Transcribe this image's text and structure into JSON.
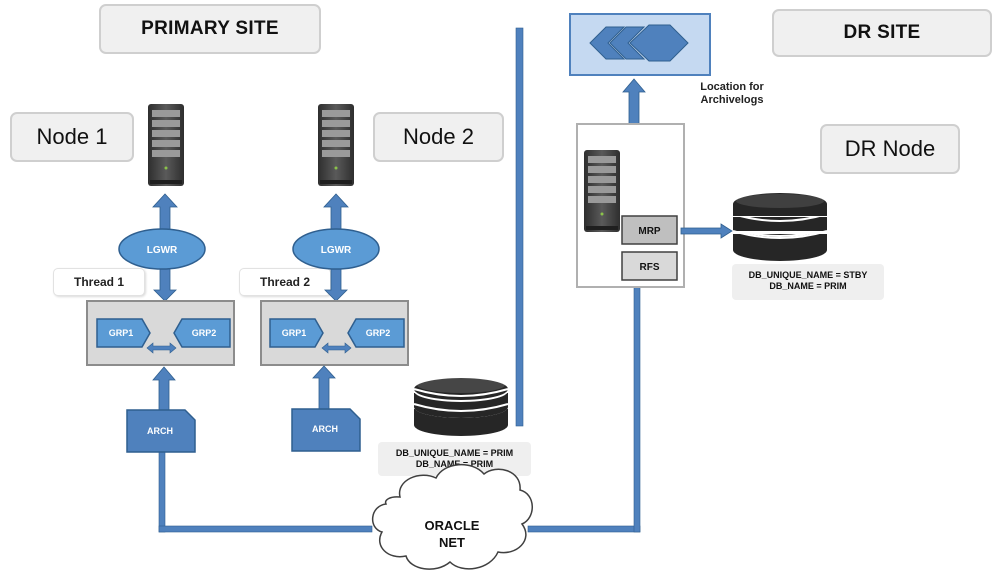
{
  "sites": {
    "primary": "PRIMARY SITE",
    "dr": "DR SITE"
  },
  "nodes": {
    "node1": "Node 1",
    "node2": "Node 2",
    "dr_node": "DR Node"
  },
  "processes": {
    "lgwr1": "LGWR",
    "lgwr2": "LGWR",
    "arch1": "ARCH",
    "arch2": "ARCH",
    "mrp": "MRP",
    "rfs": "RFS"
  },
  "threads": {
    "thread1": "Thread 1",
    "thread2": "Thread 2"
  },
  "redo_groups": {
    "n1_grp1": "GRP1",
    "n1_grp2": "GRP2",
    "n2_grp1": "GRP1",
    "n2_grp2": "GRP2"
  },
  "primary_db": {
    "line1": "DB_UNIQUE_NAME = PRIM",
    "line2": "DB_NAME = PRIM"
  },
  "standby_db": {
    "line1": "DB_UNIQUE_NAME = STBY",
    "line2": "DB_NAME = PRIM"
  },
  "archive_location": {
    "line1": "Location for",
    "line2": "Archivelogs"
  },
  "network": {
    "line1": "ORACLE",
    "line2": "NET"
  },
  "colors": {
    "flow_blue": "#4f81bd",
    "shape_blue": "#5b9bd5",
    "panel_grey": "#d9d9d9",
    "archive_fill": "#c5d9f1",
    "server_dark": "#404040"
  }
}
